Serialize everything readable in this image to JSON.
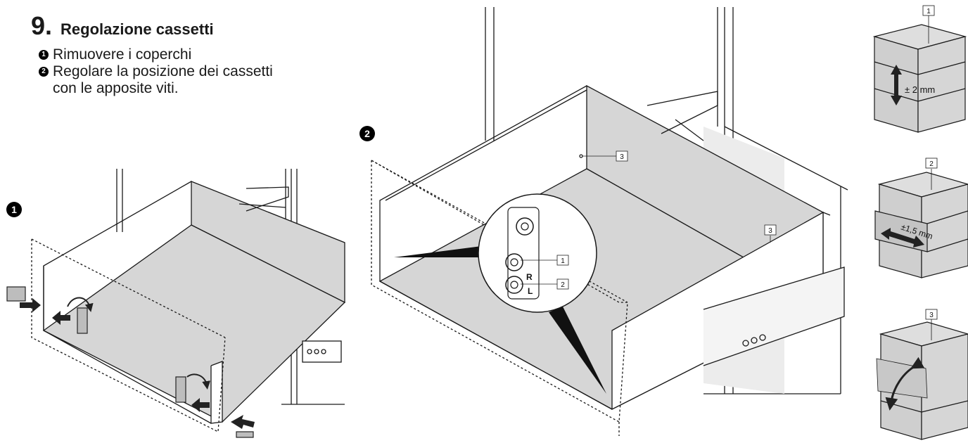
{
  "heading": {
    "number": "9.",
    "title": "Regolazione cassetti"
  },
  "steps": [
    {
      "marker": "1",
      "text": "Rimuovere i coperchi"
    },
    {
      "marker": "2",
      "text_line1": "Regolare la posizione dei cassetti",
      "text_line2": "con le apposite viti."
    }
  ],
  "figures": {
    "fig1_marker": "1",
    "fig2_marker": "2",
    "callouts": {
      "c1": "1",
      "c2": "2",
      "c3": "3",
      "c3b": "3",
      "R": "R",
      "L": "L"
    },
    "side_panels": [
      {
        "label": "1",
        "annotation": "± 2 mm"
      },
      {
        "label": "2",
        "annotation": "±1,5 mm"
      },
      {
        "label": "3",
        "annotation": ""
      }
    ]
  },
  "colors": {
    "panel_gray": "#d9d9d9",
    "line": "#1a1a1a",
    "badge": "#000000"
  }
}
